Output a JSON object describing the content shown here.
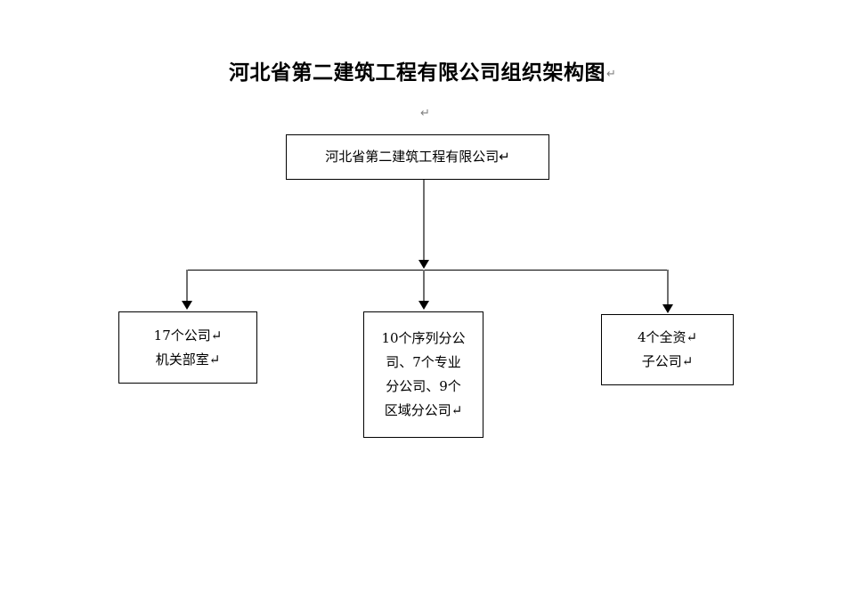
{
  "document": {
    "title": "河北省第二建筑工程有限公司组织架构图",
    "paragraph_mark": "↵",
    "stray_paragraph_mark": "↵"
  },
  "colors": {
    "background": "#ffffff",
    "box_border": "#000000",
    "text": "#000000",
    "connector_line": "#6e6e6e",
    "connector_bar": "#000000",
    "arrow_head": "#000000",
    "paragraph_mark": "#808080"
  },
  "chart_data": {
    "type": "diagram",
    "layout": "org-chart",
    "title": "河北省第二建筑工程有限公司组织架构图",
    "root": {
      "id": "root",
      "lines": [
        "河北省第二建筑工程有限公司↵"
      ],
      "text": "河北省第二建筑工程有限公司"
    },
    "children": [
      {
        "id": "departments",
        "lines": [
          "17个公司↵",
          "机关部室↵"
        ],
        "text": "17个公司机关部室",
        "count": 17
      },
      {
        "id": "branches",
        "lines": [
          "10个序列分公",
          "司、7个专业",
          "分公司、9个",
          "区域分公司↵"
        ],
        "text": "10个序列分公司、7个专业分公司、9个区域分公司",
        "counts": {
          "序列分公司": 10,
          "专业分公司": 7,
          "区域分公司": 9
        }
      },
      {
        "id": "subsidiaries",
        "lines": [
          "4个全资↵",
          "子公司↵"
        ],
        "text": "4个全资子公司",
        "count": 4
      }
    ]
  }
}
